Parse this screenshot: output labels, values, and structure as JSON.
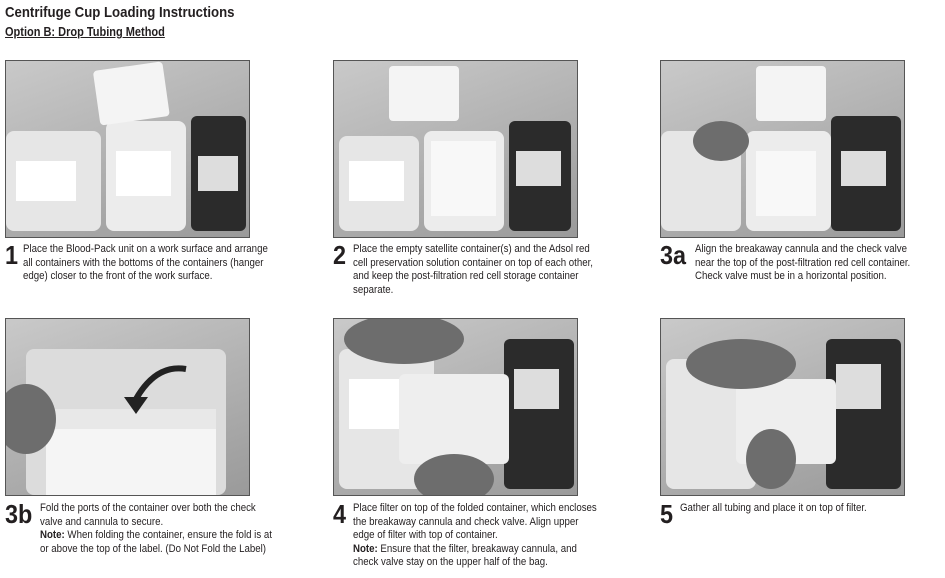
{
  "title": "Centrifuge Cup Loading Instructions",
  "subtitle": "Option B: Drop Tubing Method",
  "steps": [
    {
      "num": "1",
      "text": "Place the Blood-Pack unit on a work surface and arrange all containers with the bottoms of the containers (hanger edge) closer to the front of the work surface.",
      "note_label": "",
      "note": ""
    },
    {
      "num": "2",
      "text": "Place the empty satellite container(s) and the Adsol red cell preservation solution container on top of each other, and keep the post-filtration red cell storage container separate.",
      "note_label": "",
      "note": ""
    },
    {
      "num": "3a",
      "text": "Align the breakaway cannula and the check valve near the top of the post-filtration red cell container. Check valve must be in a horizontal position.",
      "note_label": "",
      "note": ""
    },
    {
      "num": "3b",
      "text": "Fold the ports of the container over both the check valve and cannula to secure.",
      "note_label": "Note:",
      "note": "When folding the container, ensure the fold is at or above the top of the label. (Do Not Fold the Label)"
    },
    {
      "num": "4",
      "text": "Place filter on top of the folded container, which encloses the breakaway cannula and check valve. Align upper edge of filter with top of container.",
      "note_label": "Note:",
      "note": "Ensure that the filter, breakaway cannula, and check valve stay on the upper half of the bag."
    },
    {
      "num": "5",
      "text": "Gather all tubing and place it on top of filter.",
      "note_label": "",
      "note": ""
    }
  ]
}
